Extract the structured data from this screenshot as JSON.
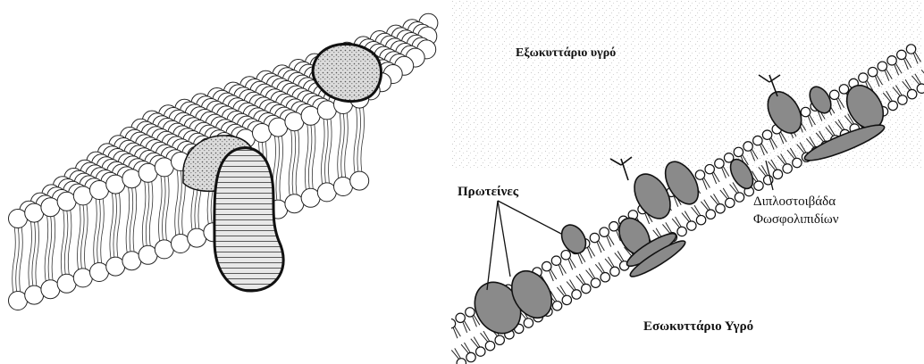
{
  "labels": {
    "extracellular": "Εξωκυττάριο υγρό",
    "proteins": "Πρωτείνες",
    "bilayer_line1": "Διπλοστοιβάδα",
    "bilayer_line2": "Φωσφολιπιδίων",
    "intracellular": "Εσωκυττάριο Υγρό"
  },
  "colors": {
    "line": "#1a1a1a",
    "protein_fill": "#8a8a8a",
    "speckle_bg": "#d9d9d9",
    "head_fill": "#ffffff"
  }
}
